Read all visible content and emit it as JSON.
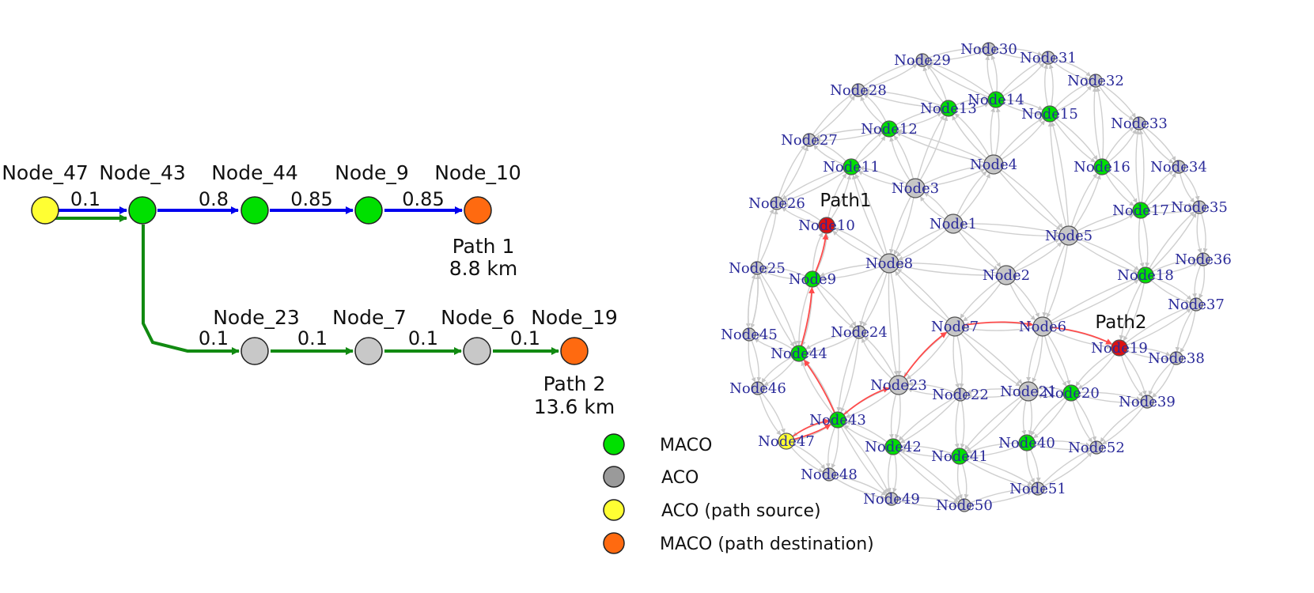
{
  "colors": {
    "maco": "#00e000",
    "aco": "#9a9a9a",
    "source": "#ffff33",
    "destination": "#ff6a10",
    "path1": "#0000ee",
    "path2": "#118a11",
    "network_edge": "#cfcfcf",
    "network_path": "#ff4b4b",
    "network_label": "#2b2b9a",
    "network_endpoint": "#dd1111"
  },
  "path_diagram": {
    "nodes": {
      "n47": {
        "label": "Node_47",
        "type": "source"
      },
      "n43": {
        "label": "Node_43",
        "type": "maco"
      },
      "n44": {
        "label": "Node_44",
        "type": "maco"
      },
      "n9": {
        "label": "Node_9",
        "type": "maco"
      },
      "n10": {
        "label": "Node_10",
        "type": "destination"
      },
      "n23": {
        "label": "Node_23",
        "type": "aco"
      },
      "n7": {
        "label": "Node_7",
        "type": "aco"
      },
      "n6": {
        "label": "Node_6",
        "type": "aco"
      },
      "n19": {
        "label": "Node_19",
        "type": "destination"
      }
    },
    "path1": {
      "name": "Path 1",
      "distance": "8.8 km",
      "route": [
        "n47",
        "n43",
        "n44",
        "n9",
        "n10"
      ],
      "weights": [
        "0.1",
        "0.8",
        "0.85",
        "0.85"
      ]
    },
    "path2": {
      "name": "Path 2",
      "distance": "13.6 km",
      "route": [
        "n47",
        "n43",
        "n23",
        "n7",
        "n6",
        "n19"
      ],
      "weights": [
        "0.1",
        "0.1",
        "0.1",
        "0.1"
      ]
    }
  },
  "legend": [
    {
      "label": "MACO",
      "type": "maco"
    },
    {
      "label": "ACO",
      "type": "aco"
    },
    {
      "label": "ACO (path source)",
      "type": "source"
    },
    {
      "label": "MACO (path destination)",
      "type": "destination"
    }
  ],
  "network": {
    "path1_label": "Path1",
    "path2_label": "Path2",
    "nodes": [
      {
        "id": "1",
        "type": "aco"
      },
      {
        "id": "2",
        "type": "aco"
      },
      {
        "id": "3",
        "type": "aco"
      },
      {
        "id": "4",
        "type": "aco"
      },
      {
        "id": "5",
        "type": "aco"
      },
      {
        "id": "6",
        "type": "aco"
      },
      {
        "id": "7",
        "type": "aco"
      },
      {
        "id": "8",
        "type": "aco"
      },
      {
        "id": "9",
        "type": "maco"
      },
      {
        "id": "10",
        "type": "endpoint"
      },
      {
        "id": "11",
        "type": "maco"
      },
      {
        "id": "12",
        "type": "maco"
      },
      {
        "id": "13",
        "type": "maco"
      },
      {
        "id": "14",
        "type": "maco"
      },
      {
        "id": "15",
        "type": "maco"
      },
      {
        "id": "16",
        "type": "maco"
      },
      {
        "id": "17",
        "type": "maco"
      },
      {
        "id": "18",
        "type": "maco"
      },
      {
        "id": "19",
        "type": "endpoint"
      },
      {
        "id": "20",
        "type": "maco"
      },
      {
        "id": "21",
        "type": "aco"
      },
      {
        "id": "22",
        "type": "aco"
      },
      {
        "id": "23",
        "type": "aco"
      },
      {
        "id": "24",
        "type": "aco"
      },
      {
        "id": "25",
        "type": "aco"
      },
      {
        "id": "26",
        "type": "aco"
      },
      {
        "id": "27",
        "type": "aco"
      },
      {
        "id": "28",
        "type": "aco"
      },
      {
        "id": "29",
        "type": "aco"
      },
      {
        "id": "30",
        "type": "aco"
      },
      {
        "id": "31",
        "type": "aco"
      },
      {
        "id": "32",
        "type": "aco"
      },
      {
        "id": "33",
        "type": "aco"
      },
      {
        "id": "34",
        "type": "aco"
      },
      {
        "id": "35",
        "type": "aco"
      },
      {
        "id": "36",
        "type": "aco"
      },
      {
        "id": "37",
        "type": "aco"
      },
      {
        "id": "38",
        "type": "aco"
      },
      {
        "id": "39",
        "type": "aco"
      },
      {
        "id": "40",
        "type": "maco"
      },
      {
        "id": "41",
        "type": "maco"
      },
      {
        "id": "42",
        "type": "maco"
      },
      {
        "id": "43",
        "type": "maco"
      },
      {
        "id": "44",
        "type": "maco"
      },
      {
        "id": "45",
        "type": "aco"
      },
      {
        "id": "46",
        "type": "aco"
      },
      {
        "id": "47",
        "type": "source"
      },
      {
        "id": "48",
        "type": "aco"
      },
      {
        "id": "49",
        "type": "aco"
      },
      {
        "id": "50",
        "type": "aco"
      },
      {
        "id": "51",
        "type": "aco"
      },
      {
        "id": "52",
        "type": "aco"
      }
    ],
    "edges": [
      [
        "1",
        "2"
      ],
      [
        "1",
        "3"
      ],
      [
        "1",
        "4"
      ],
      [
        "1",
        "5"
      ],
      [
        "1",
        "8"
      ],
      [
        "2",
        "5"
      ],
      [
        "2",
        "6"
      ],
      [
        "2",
        "7"
      ],
      [
        "2",
        "8"
      ],
      [
        "3",
        "4"
      ],
      [
        "3",
        "8"
      ],
      [
        "3",
        "11"
      ],
      [
        "3",
        "12"
      ],
      [
        "3",
        "13"
      ],
      [
        "4",
        "5"
      ],
      [
        "4",
        "13"
      ],
      [
        "4",
        "14"
      ],
      [
        "4",
        "15"
      ],
      [
        "4",
        "12"
      ],
      [
        "5",
        "15"
      ],
      [
        "5",
        "16"
      ],
      [
        "5",
        "17"
      ],
      [
        "5",
        "18"
      ],
      [
        "5",
        "6"
      ],
      [
        "6",
        "7"
      ],
      [
        "6",
        "18"
      ],
      [
        "6",
        "20"
      ],
      [
        "6",
        "21"
      ],
      [
        "6",
        "19"
      ],
      [
        "7",
        "8"
      ],
      [
        "7",
        "22"
      ],
      [
        "7",
        "23"
      ],
      [
        "7",
        "21"
      ],
      [
        "8",
        "9"
      ],
      [
        "8",
        "10"
      ],
      [
        "8",
        "24"
      ],
      [
        "8",
        "23"
      ],
      [
        "8",
        "11"
      ],
      [
        "9",
        "10"
      ],
      [
        "9",
        "24"
      ],
      [
        "9",
        "25"
      ],
      [
        "9",
        "44"
      ],
      [
        "10",
        "26"
      ],
      [
        "10",
        "11"
      ],
      [
        "11",
        "12"
      ],
      [
        "11",
        "27"
      ],
      [
        "11",
        "26"
      ],
      [
        "12",
        "13"
      ],
      [
        "12",
        "28"
      ],
      [
        "12",
        "27"
      ],
      [
        "13",
        "14"
      ],
      [
        "13",
        "29"
      ],
      [
        "13",
        "28"
      ],
      [
        "14",
        "15"
      ],
      [
        "14",
        "30"
      ],
      [
        "14",
        "29"
      ],
      [
        "14",
        "31"
      ],
      [
        "15",
        "16"
      ],
      [
        "15",
        "31"
      ],
      [
        "15",
        "32"
      ],
      [
        "16",
        "17"
      ],
      [
        "16",
        "33"
      ],
      [
        "16",
        "32"
      ],
      [
        "17",
        "18"
      ],
      [
        "17",
        "34"
      ],
      [
        "17",
        "35"
      ],
      [
        "17",
        "33"
      ],
      [
        "18",
        "19"
      ],
      [
        "18",
        "36"
      ],
      [
        "18",
        "37"
      ],
      [
        "18",
        "35"
      ],
      [
        "19",
        "20"
      ],
      [
        "19",
        "38"
      ],
      [
        "19",
        "39"
      ],
      [
        "19",
        "37"
      ],
      [
        "20",
        "21"
      ],
      [
        "20",
        "40"
      ],
      [
        "20",
        "39"
      ],
      [
        "20",
        "52"
      ],
      [
        "21",
        "22"
      ],
      [
        "21",
        "40"
      ],
      [
        "21",
        "41"
      ],
      [
        "22",
        "23"
      ],
      [
        "22",
        "41"
      ],
      [
        "22",
        "42"
      ],
      [
        "23",
        "24"
      ],
      [
        "23",
        "42"
      ],
      [
        "23",
        "43"
      ],
      [
        "24",
        "44"
      ],
      [
        "24",
        "43"
      ],
      [
        "25",
        "26"
      ],
      [
        "25",
        "45"
      ],
      [
        "26",
        "27"
      ],
      [
        "27",
        "28"
      ],
      [
        "28",
        "29"
      ],
      [
        "29",
        "30"
      ],
      [
        "30",
        "31"
      ],
      [
        "31",
        "32"
      ],
      [
        "32",
        "33"
      ],
      [
        "33",
        "34"
      ],
      [
        "34",
        "35"
      ],
      [
        "35",
        "36"
      ],
      [
        "36",
        "37"
      ],
      [
        "37",
        "38"
      ],
      [
        "38",
        "39"
      ],
      [
        "39",
        "52"
      ],
      [
        "40",
        "41"
      ],
      [
        "40",
        "51"
      ],
      [
        "40",
        "52"
      ],
      [
        "41",
        "42"
      ],
      [
        "41",
        "50"
      ],
      [
        "41",
        "51"
      ],
      [
        "42",
        "43"
      ],
      [
        "42",
        "49"
      ],
      [
        "42",
        "50"
      ],
      [
        "43",
        "44"
      ],
      [
        "43",
        "47"
      ],
      [
        "43",
        "48"
      ],
      [
        "43",
        "49"
      ],
      [
        "44",
        "45"
      ],
      [
        "44",
        "46"
      ],
      [
        "45",
        "46"
      ],
      [
        "46",
        "47"
      ],
      [
        "47",
        "48"
      ],
      [
        "48",
        "49"
      ],
      [
        "49",
        "50"
      ],
      [
        "50",
        "51"
      ],
      [
        "51",
        "52"
      ],
      [
        "25",
        "44"
      ],
      [
        "45",
        "25"
      ]
    ],
    "path1_route": [
      "47",
      "43",
      "44",
      "9",
      "10"
    ],
    "path2_route": [
      "47",
      "43",
      "23",
      "7",
      "6",
      "19"
    ]
  }
}
